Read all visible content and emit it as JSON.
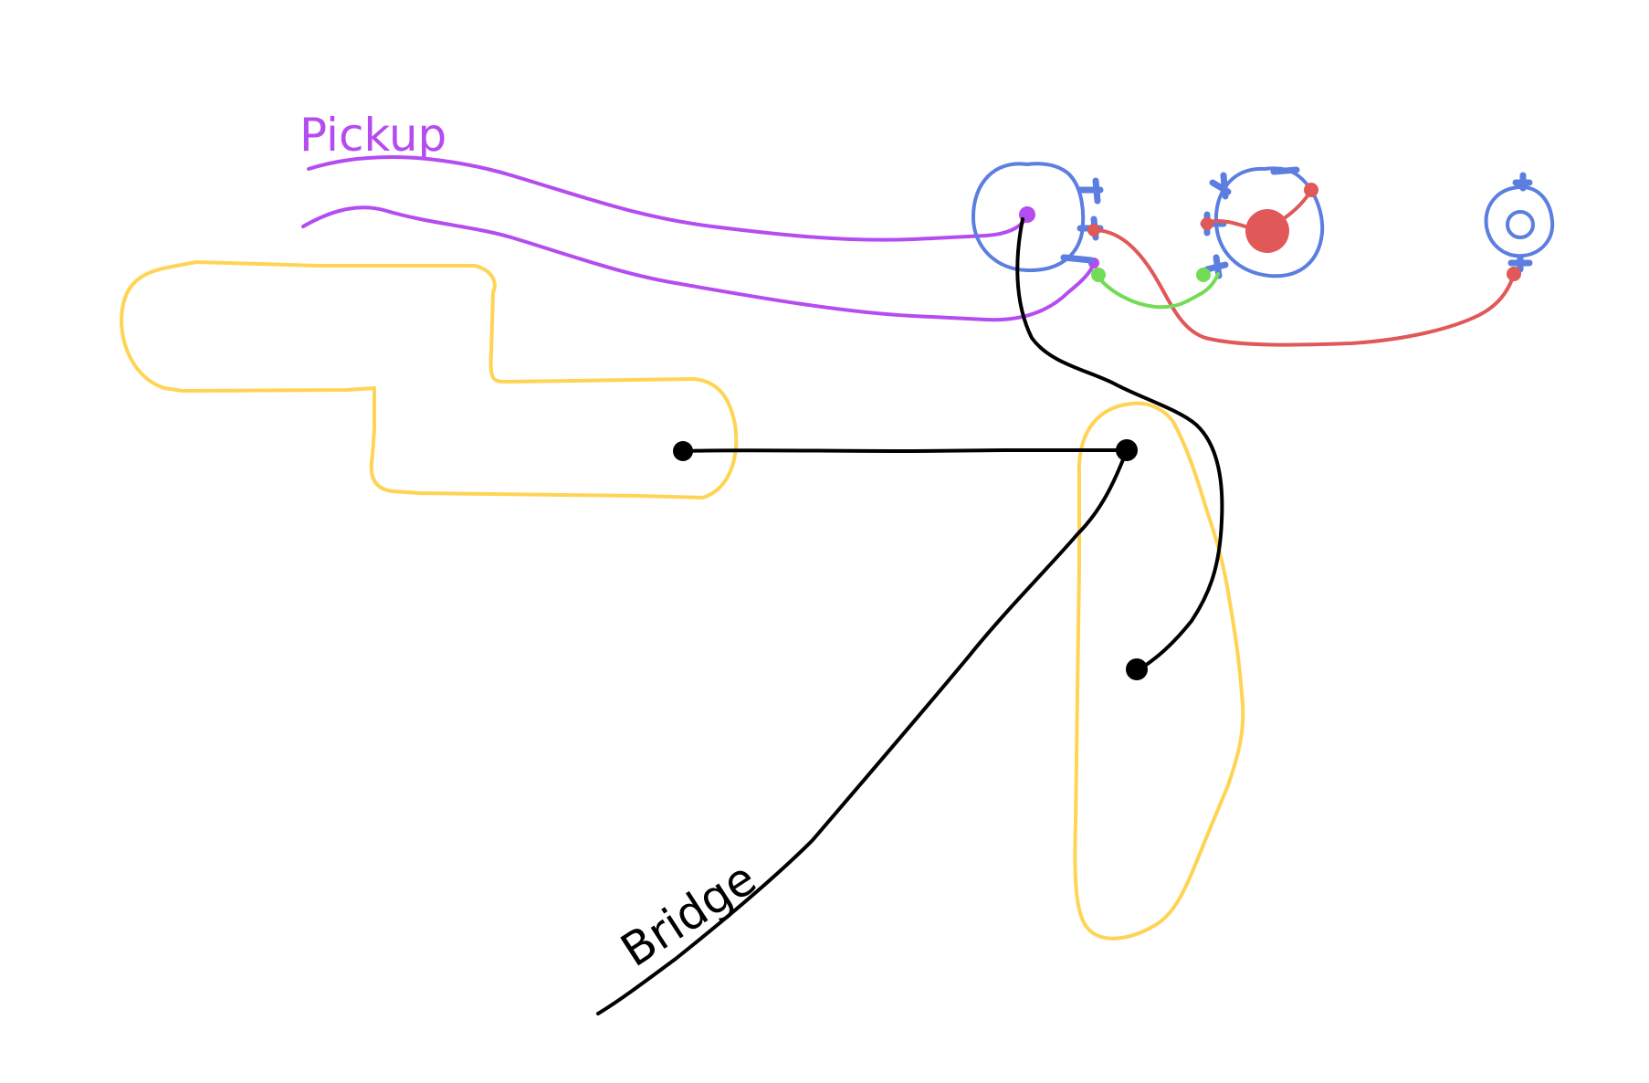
{
  "labels": {
    "pickup": "Pickup",
    "bridge": "Bridge"
  },
  "colors": {
    "pickup_wire": "#b44cf0",
    "pickup_outline": "#ffd454",
    "ground_wire": "#000000",
    "hot_wire": "#e05858",
    "jumper_wire": "#72dc56",
    "components": "#5b7ee0"
  },
  "components": {
    "volume_pot": "volume-pot",
    "tone_pot": "tone-pot",
    "output_jack": "output-jack"
  }
}
